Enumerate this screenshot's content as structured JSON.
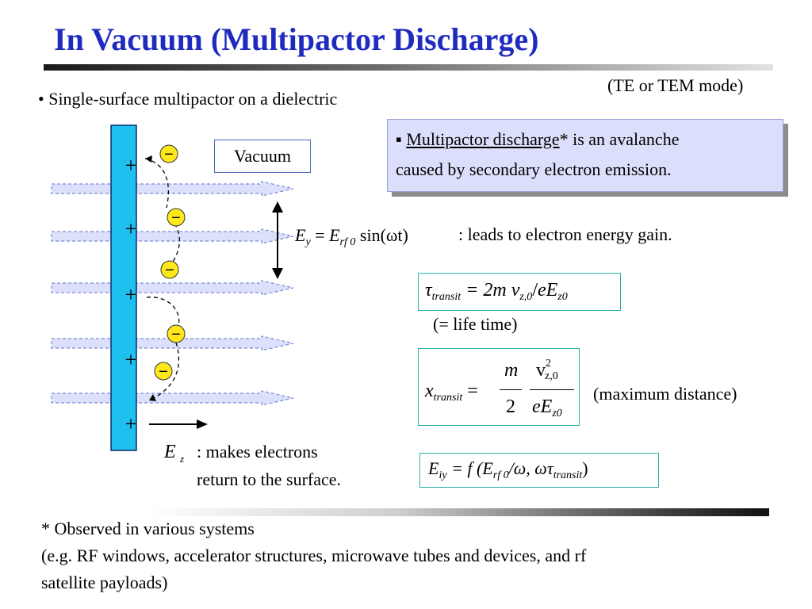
{
  "slide": {
    "title": "In Vacuum (Multipactor Discharge)",
    "mode_note": "(TE or TEM mode)",
    "bullet": "• Single-surface multipactor on a dielectric",
    "callout": {
      "marker": "▪",
      "term": "Multipactor discharge",
      "rest_line1": "* is an avalanche",
      "line2": "caused by secondary electron emission."
    },
    "vacuum_label": "Vacuum",
    "energy_gain": ": leads to electron energy gain.",
    "life_time": "(= life time)",
    "max_distance": "(maximum distance)",
    "ez_note_line1": ": makes electrons",
    "ez_note_line2": "return to the surface.",
    "footnote_line1": "* Observed in various systems",
    "footnote_line2": "(e.g. RF windows, accelerator structures, microwave tubes and devices, and rf",
    "footnote_line3": "satellite payloads)"
  },
  "equations": {
    "ey": {
      "lhs": "E",
      "lhs_sub": "y",
      "eq": "=",
      "rhs": "E",
      "rhs_sub": "rf 0",
      "fn": "sin(ωt)"
    },
    "tau": {
      "lhs": "τ",
      "lhs_sub": "transit",
      "eq": "= 2m v",
      "v_sub": "z,0",
      "slash": "/",
      "den": "eE",
      "den_sub": "z0"
    },
    "x": {
      "lhs": "x",
      "lhs_sub": "transit",
      "eq": "=",
      "frac1_num": "m",
      "frac1_den": "2",
      "frac2_num": "v",
      "frac2_num_sup": "2",
      "frac2_num_sub": "z,0",
      "frac2_den": "eE",
      "frac2_den_sub": "z0"
    },
    "eiy": {
      "lhs": "E",
      "lhs_sub": "iy",
      "eq": "= f (E",
      "rf_sub": "rf 0",
      "mid": "/ω,  ωτ",
      "tr_sub": "transit",
      "close": ")"
    }
  },
  "diagram": {
    "plus_sign": "+",
    "electron_sign": "−",
    "ez_symbol": "E",
    "ez_sub": "z",
    "colors": {
      "dielectric": "#1ec0f0",
      "electron_fill": "#ffe81a",
      "arrow_fill": "#dde0fa",
      "arrow_edge": "#7a8ad8",
      "title": "#1f2bbf"
    }
  }
}
